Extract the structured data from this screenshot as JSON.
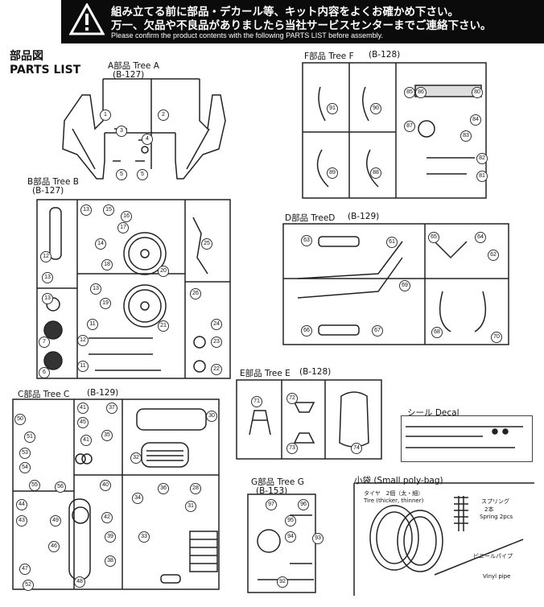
{
  "banner": {
    "line_jp_1": "組み立てる前に部品・デカール等、キット内容をよくお確かめ下さい。",
    "line_jp_2": "万一、欠品や不良品がありましたら当社サービスセンターまでご連絡下さい。",
    "line_en": "Please confirm the product contents with the following PARTS LIST before assembly.",
    "icon": "warning-triangle-icon"
  },
  "heading": {
    "jp": "部品図",
    "en": "PARTS LIST"
  },
  "trees": {
    "a": {
      "label": "A部品 Tree A",
      "code": "(B-127)"
    },
    "b": {
      "label": "B部品 Tree B",
      "code": "(B-127)"
    },
    "c": {
      "label": "C部品 Tree C",
      "code": "(B-129)"
    },
    "d": {
      "label": "D部品 TreeD",
      "code": "(B-129)"
    },
    "e": {
      "label": "E部品 Tree E",
      "code": "(B-128)"
    },
    "f": {
      "label": "F部品 Tree F",
      "code": "(B-128)"
    },
    "g": {
      "label": "G部品 Tree G",
      "code": "(B-153)"
    }
  },
  "decal": {
    "label": "シール Decal"
  },
  "polybag": {
    "label": "小袋 (Small poly-bag)",
    "tire_jp": "タイヤ　2個（太・細）",
    "tire_en": "Tire (thicker, thinner)",
    "spring_jp": "スプリング",
    "spring_qty": "2本",
    "spring_en": "Spring 2pcs",
    "pipe_jp": "ビニールパイプ",
    "pipe_en": "Vinyl pipe"
  },
  "part_numbers": {
    "a": [
      "1",
      "2",
      "3",
      "4",
      "5",
      "5"
    ],
    "b": [
      "13",
      "15",
      "16",
      "17",
      "14",
      "20",
      "18",
      "12",
      "21",
      "13",
      "19",
      "11",
      "7",
      "6",
      "12",
      "11",
      "26",
      "25",
      "24",
      "23",
      "22",
      "13",
      "13"
    ],
    "c": [
      "50",
      "51",
      "41",
      "45",
      "37",
      "30",
      "32",
      "53",
      "54",
      "55",
      "56",
      "41",
      "35",
      "40",
      "28",
      "34",
      "31",
      "36",
      "44",
      "43",
      "49",
      "48",
      "46",
      "39",
      "38",
      "42",
      "33",
      "47",
      "52"
    ],
    "d": [
      "63",
      "61",
      "65",
      "64",
      "62",
      "69",
      "68",
      "66",
      "67",
      "70"
    ],
    "e": [
      "71",
      "72",
      "73",
      "74"
    ],
    "f": [
      "91",
      "90",
      "89",
      "88",
      "87",
      "84",
      "85",
      "86",
      "83",
      "82",
      "81",
      "80"
    ],
    "g": [
      "97",
      "96",
      "95",
      "94",
      "93",
      "92"
    ]
  },
  "colors": {
    "ink": "#111111",
    "banner": "#0b0b0b",
    "paper": "#ffffff"
  }
}
